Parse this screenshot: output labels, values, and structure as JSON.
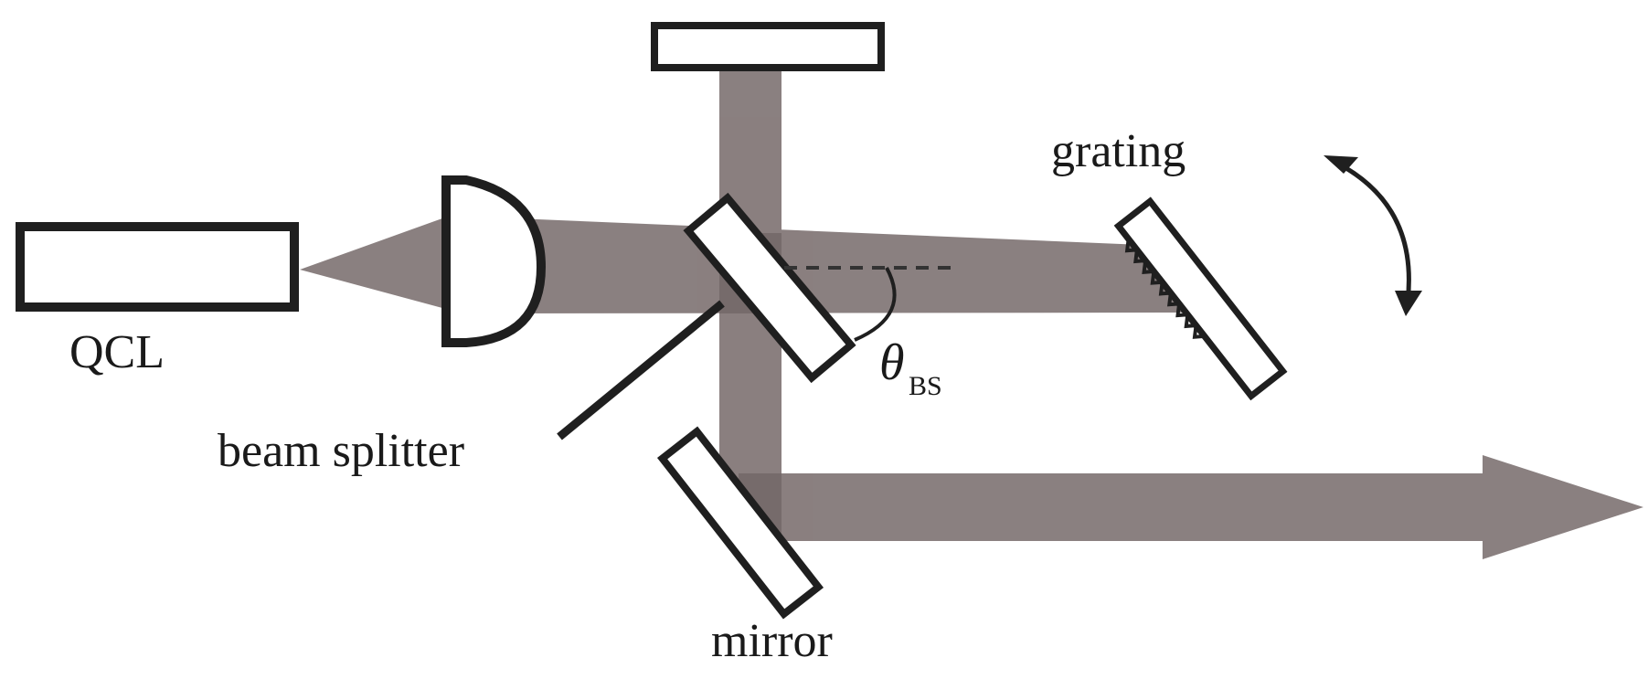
{
  "labels": {
    "qcl": "QCL",
    "grating": "grating",
    "beam_splitter": "beam splitter",
    "mirror": "mirror",
    "angle_symbol": "θ",
    "angle_subscript": "BS"
  },
  "colors": {
    "beam": "#7a6e6e",
    "outline": "#1f1f1f",
    "background": "#ffffff"
  }
}
